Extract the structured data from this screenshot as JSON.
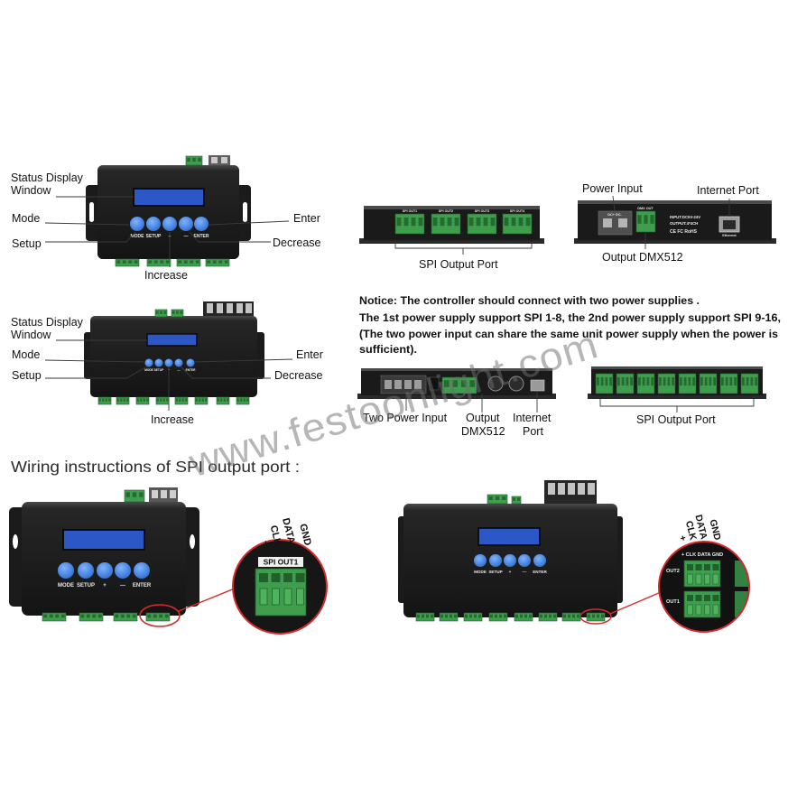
{
  "watermark": "www.festoonlight.com",
  "colors": {
    "device_body": "#1e1e1e",
    "display": "#2b57c7",
    "button": "#3b7fde",
    "connector": "#3f9e4d",
    "callout": "#d42b2b"
  },
  "device_4ch": {
    "status_display": [
      "Status Display",
      "Window"
    ],
    "mode": "Mode",
    "setup": "Setup",
    "enter": "Enter",
    "decrease": "Decrease",
    "increase": "Increase",
    "button_labels": [
      "MODE",
      "SETUP",
      "+",
      "—",
      "ENTER"
    ]
  },
  "device_16ch": {
    "status_display": [
      "Status Display",
      "Window"
    ],
    "mode": "Mode",
    "setup": "Setup",
    "enter": "Enter",
    "decrease": "Decrease",
    "increase": "Increase",
    "button_labels": [
      "MODE",
      "SETUP",
      "+",
      "—",
      "ENTER"
    ]
  },
  "spi_panel_4ch": {
    "port_labels": [
      "SPI OUT1",
      "SPI OUT2",
      "SPI OUT3",
      "SPI OUT4"
    ],
    "caption": "SPI Output Port"
  },
  "io_panel_4ch": {
    "power_input": "Power Input",
    "internet_port": "Internet Port",
    "output_dmx": "Output DMX512",
    "power_terminal": "DC+ DC-",
    "dmx_terminal": "DMX OUT",
    "spec_lines": [
      "INPUT:DC5V-24V",
      "OUTPUT:4*4CH"
    ],
    "certifications": "CE FC RoHS",
    "ethernet_label": "Ethernet"
  },
  "notice": {
    "lines": [
      "Notice: The controller should connect with two power supplies .",
      "The 1st power supply support SPI 1-8, the 2nd power supply support SPI 9-16,",
      "(The two power input can share the same unit power supply when the power is",
      "sufficient)."
    ]
  },
  "io_panel_16ch": {
    "two_power_input": "Two Power Input",
    "output_dmx": [
      "Output",
      "DMX512"
    ],
    "internet_port": [
      "Internet",
      "Port"
    ]
  },
  "spi_panel_16ch": {
    "caption": "SPI Output Port"
  },
  "wiring": {
    "title": "Wiring instructions of SPI output port :",
    "zoom_4ch": {
      "pins": [
        "+",
        "CLK",
        "DATA",
        "GND"
      ],
      "port_label": "SPI OUT1"
    },
    "zoom_16ch": {
      "pins": [
        "+",
        "CLK",
        "DATA",
        "GND"
      ],
      "pin_header": "+ CLK DATA GND",
      "ports": [
        "OUT2",
        "OUT1"
      ]
    }
  }
}
